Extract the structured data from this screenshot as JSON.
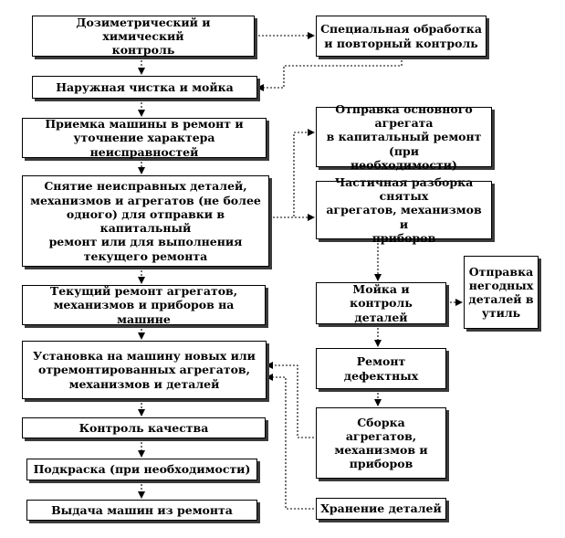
{
  "boxes": {
    "dosimetric": "Дозиметрический и химический\nконтроль",
    "special": "Специальная обработка\nи повторный контроль",
    "washing": "Наружная чистка и мойка",
    "acceptance": "Приемка машины в ремонт и\nуточнение характера неисправностей",
    "removal": "Снятие неисправных деталей,\nмеханизмов и агрегатов (не более\nодного) для отправки в капитальный\nремонт или для выполнения\nтекущего  ремонта",
    "current_repair": "Текущий  ремонт агрегатов,\nмеханизмов и приборов на машине",
    "installation": "Установка на машину новых или\nотремонтированных агрегатов,\nмеханизмов и деталей",
    "quality": "Контроль качества",
    "painting": "Подкраска  (при необходимости)",
    "release": "Выдача машин из ремонта",
    "dispatch": "Отправка основного агрегата\nв капитальный ремонт (при\nнеобходимости)",
    "disassembly": "Частичная разборка снятых\nагрегатов, механизмов и\nприборов",
    "wash_control": "Мойка и контроль\nдеталей",
    "scrap": "Отправка\nнегодных\nдеталей в\nутиль",
    "defect_repair": "Ремонт\nдефектных",
    "assembly": "Сборка\nагрегатов,\nмеханизмов и\nприборов",
    "storage": "Хранение деталей"
  }
}
